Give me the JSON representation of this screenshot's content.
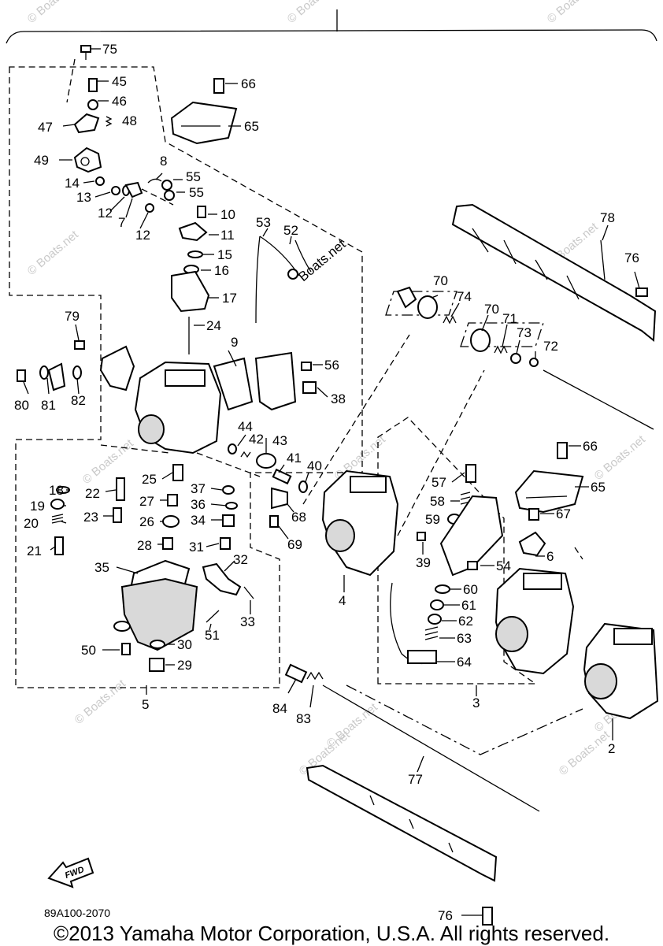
{
  "diagram": {
    "code": "89A100-2070",
    "copyright": "©2013 Yamaha Motor Corporation, U.S.A. All rights reserved.",
    "fwd_label": "FWD",
    "watermark": "© Boats.net",
    "watermark_large": "Boats.net",
    "callouts": [
      "75",
      "45",
      "46",
      "47",
      "48",
      "49",
      "14",
      "13",
      "12",
      "7",
      "12",
      "8",
      "55",
      "55",
      "66",
      "65",
      "10",
      "11",
      "15",
      "16",
      "17",
      "53",
      "52",
      "78",
      "76",
      "70",
      "74",
      "70",
      "71",
      "73",
      "72",
      "79",
      "80",
      "81",
      "82",
      "24",
      "9",
      "56",
      "38",
      "44",
      "42",
      "43",
      "41",
      "40",
      "18",
      "19",
      "20",
      "21",
      "22",
      "23",
      "25",
      "27",
      "26",
      "28",
      "37",
      "36",
      "34",
      "31",
      "35",
      "32",
      "33",
      "51",
      "30",
      "29",
      "50",
      "5",
      "68",
      "69",
      "4",
      "57",
      "58",
      "59",
      "39",
      "54",
      "6",
      "60",
      "61",
      "62",
      "63",
      "64",
      "3",
      "66",
      "65",
      "67",
      "2",
      "84",
      "83",
      "77",
      "76"
    ]
  }
}
